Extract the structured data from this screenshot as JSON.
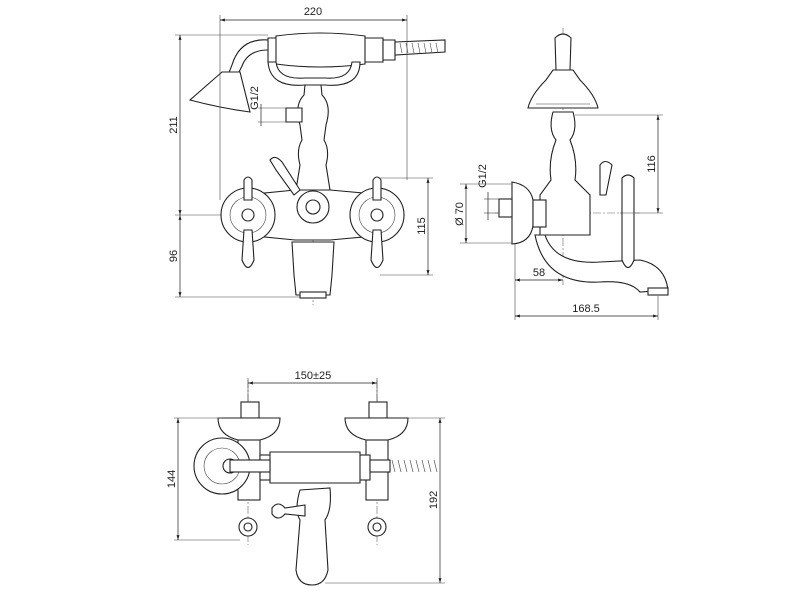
{
  "front_view": {
    "width_label": "220",
    "height_label": "211",
    "lower_height_label": "96",
    "handle_height_label": "115",
    "thread_label": "G1/2"
  },
  "side_view": {
    "shower_height_label": "116",
    "flange_diameter_label": "Ø 70",
    "thread_label": "G1/2",
    "wall_to_axis_label": "58",
    "depth_label": "168.5"
  },
  "top_view": {
    "centers_label": "150±25",
    "depth_label": "144",
    "overall_depth_label": "192"
  },
  "colors": {
    "line": "#222222",
    "background": "#ffffff"
  }
}
